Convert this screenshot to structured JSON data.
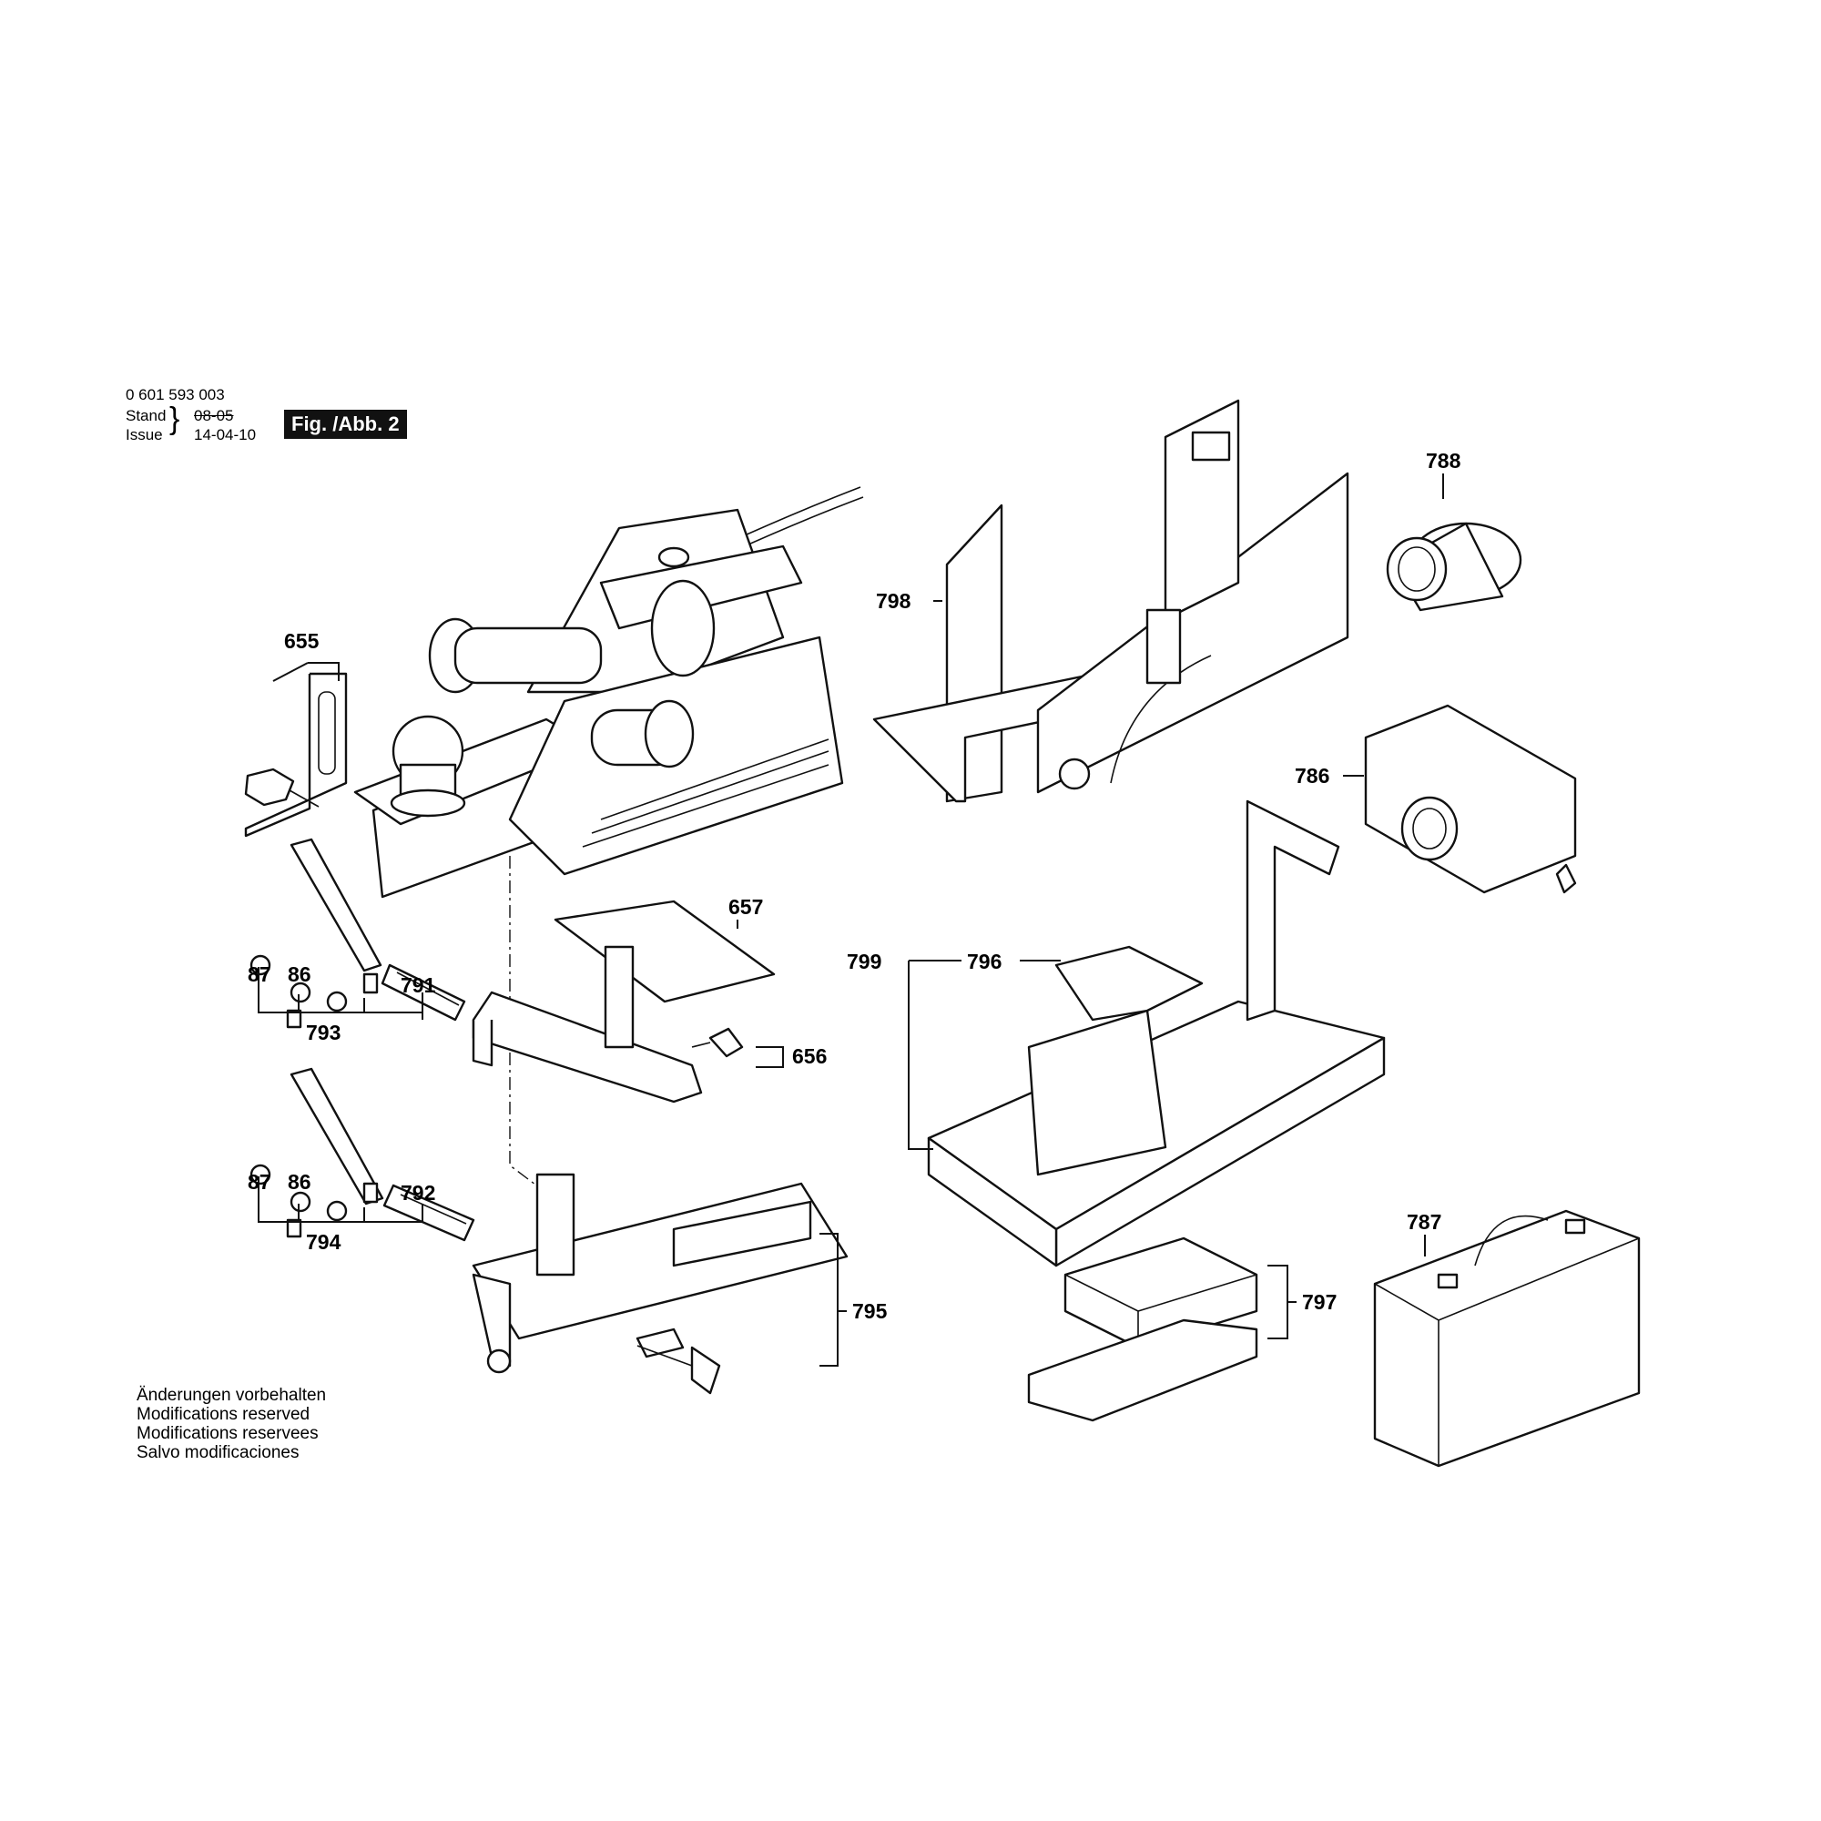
{
  "header": {
    "part_number": "0 601 593 003",
    "stand_label": "Stand",
    "stand_date": "08-05",
    "issue_label": "Issue",
    "issue_date": "14-04-10",
    "figure_badge": "Fig. /Abb. 2"
  },
  "footer_notes": [
    "Änderungen vorbehalten",
    "Modifications reserved",
    "Modifications reservees",
    "Salvo modificaciones"
  ],
  "callouts": {
    "c655": "655",
    "c657": "657",
    "c656": "656",
    "c87a": "87",
    "c86a": "86",
    "c791": "791",
    "c793": "793",
    "c87b": "87",
    "c86b": "86",
    "c792": "792",
    "c794": "794",
    "c795": "795",
    "c798": "798",
    "c788": "788",
    "c786": "786",
    "c799": "799",
    "c796": "796",
    "c797": "797",
    "c787": "787"
  }
}
